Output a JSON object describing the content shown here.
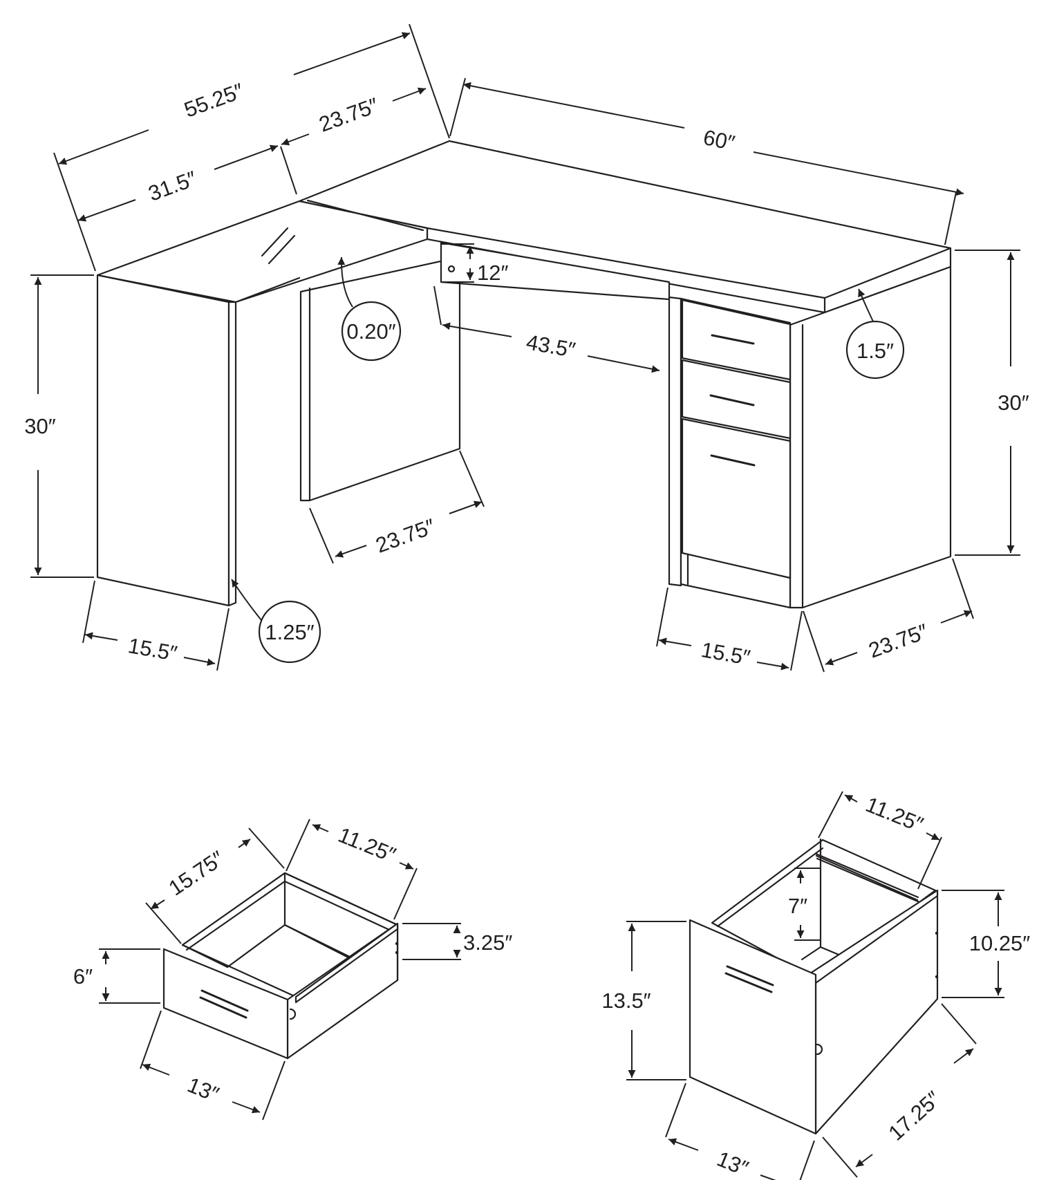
{
  "desk": {
    "overall_depth": "55.25″",
    "return_width": "23.75″",
    "left_span": "31.5″",
    "main_length": "60″",
    "modesty_panel_height": "12″",
    "glass_thickness": "0.20″",
    "top_thickness": "1.5″",
    "knee_space": "43.5″",
    "height_left": "30″",
    "height_right": "30″",
    "leg_panel_thickness": "1.25″",
    "return_leg_depth": "23.75″",
    "left_leg_width": "15.5″",
    "pedestal_width": "15.5″",
    "pedestal_depth": "23.75″"
  },
  "small_drawer": {
    "depth": "15.75″",
    "inner_width": "11.25″",
    "side_height": "3.25″",
    "front_height": "6″",
    "front_width": "13″"
  },
  "file_drawer": {
    "inner_width": "11.25″",
    "inner_height": "7″",
    "side_height": "10.25″",
    "front_height": "13.5″",
    "front_width": "13″",
    "depth": "17.25″"
  }
}
